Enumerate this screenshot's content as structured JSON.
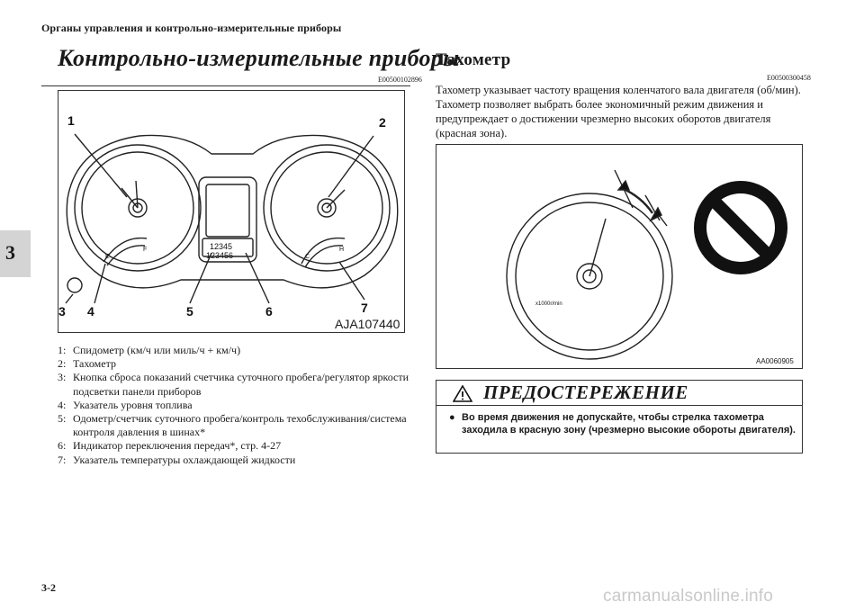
{
  "header": {
    "running_title": "Органы управления и контрольно-измерительные приборы"
  },
  "chapter_tab": "3",
  "left": {
    "title": "Контрольно-измерительные приборы",
    "code": "E00500102896",
    "figure": {
      "code": "AJA107440",
      "callouts": [
        "1",
        "2",
        "3",
        "4",
        "5",
        "6",
        "7"
      ],
      "lcd_top": "12345",
      "lcd_bottom": "123456",
      "gear_left_label": "E",
      "gear_left_label2": "F",
      "temp_left_label": "C",
      "temp_right_label": "H"
    },
    "legend": [
      {
        "num": "1:",
        "text": "Спидометр (км/ч или миль/ч + км/ч)"
      },
      {
        "num": "2:",
        "text": "Тахометр"
      },
      {
        "num": "3:",
        "text": "Кнопка сброса показаний счетчика суточного пробега/регулятор яркости подсветки панели приборов"
      },
      {
        "num": "4:",
        "text": "Указатель уровня топлива"
      },
      {
        "num": "5:",
        "text": "Одометр/счетчик суточного пробега/контроль техобслуживания/система контроля давления в шинах*"
      },
      {
        "num": "6:",
        "text": "Индикатор переключения передач*, стр. 4-27"
      },
      {
        "num": "7:",
        "text": "Указатель температуры охлаждающей жидкости"
      }
    ]
  },
  "right": {
    "title": "Тахометр",
    "code": "E00500300458",
    "body": "Тахометр указывает частоту вращения коленчатого вала двигателя (об/мин). Тахометр позволяет выбрать более экономичный режим движения и предупреждает о достижении чрезмерно высоких оборотов двигателя (красная зона).",
    "figure": {
      "code": "AA0060905",
      "dial_label": "x1000r/min"
    },
    "warning": {
      "title": "ПРЕДОСТЕРЕЖЕНИЕ",
      "bullet": "●",
      "text": "Во время движения не допускайте, чтобы стрелка тахометра заходила в красную зону (чрезмерно высокие обороты двигателя)."
    }
  },
  "footer": {
    "page_number": "3-2",
    "watermark": "carmanualsonline.info"
  }
}
